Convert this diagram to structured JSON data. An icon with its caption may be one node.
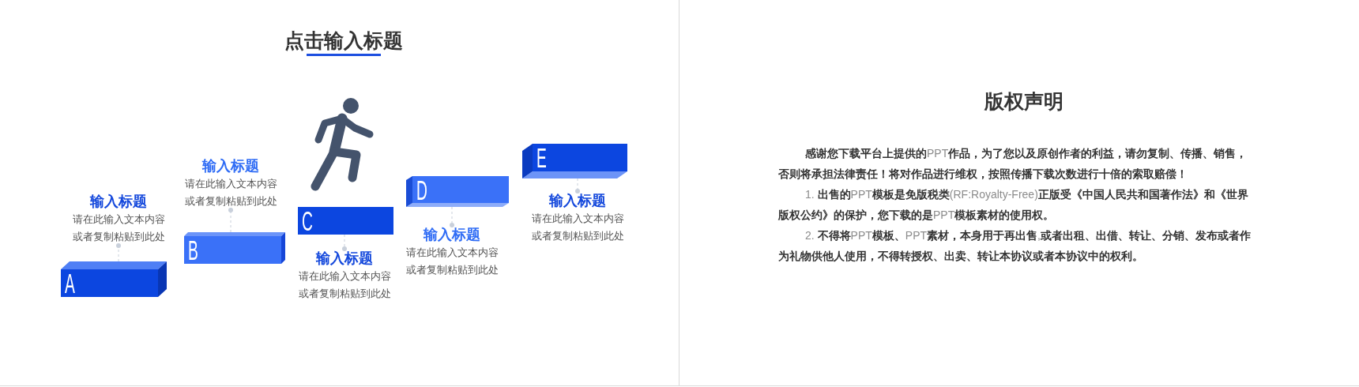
{
  "diagram": {
    "nodes": [
      {
        "text": [
          "点击输入标题"
        ]
      },
      {
        "text": [
          "A"
        ],
        "in": 0
      },
      {
        "text": [
          "输入标题",
          "请在此输入文本内容或者复制粘贴到此处"
        ],
        "in": 0
      },
      {
        "text": [
          "B"
        ],
        "in": 0
      },
      {
        "text": [
          "输入标题",
          "请在此输入文本内容或者复制粘贴到此处"
        ],
        "in": 0
      },
      {
        "text": [
          "C"
        ],
        "in": 0
      },
      {
        "text": [
          "输入标题",
          "请在此输入文本内容或者复制粘贴到此处"
        ],
        "in": 0
      },
      {
        "text": [
          "D"
        ],
        "in": 0
      },
      {
        "text": [
          "输入标题",
          "请在此输入文本内容或者复制粘贴到此处"
        ],
        "in": 0
      },
      {
        "text": [
          "E"
        ],
        "in": 0
      },
      {
        "text": [
          "输入标题",
          "请在此输入文本内容或者复制粘贴到此处"
        ],
        "in": 0
      },
      {
        "text": [
          "版权声明",
          "**感谢您下载平台上提供的**PPT**作品，为了您以及原创作者的利益，请勿复制、传播、销售，否则将承担法律责任！将对作品进行维权，按照传播下载次数进行十倍的索取赔偿！**",
          "1. **出售的**PPT**模板是免版税类**(RF:Royalty-Free)**正版受《中国人民共和国著作法》和《世界版权公约》的保护，您下载的是**PPT**模板素材的使用权。**",
          "2. **不得将**PPT**模板、**PPT**素材，本身用于再出售**,**或者出租、出借、转让、分销、发布或者作为礼物供他人使用，不得转授权、出卖、转让本协议或者本协议中的权利。**"
        ]
      }
    ],
    "edges": [
      {
        "from": 1,
        "to": 2,
        "arrow": "other",
        "style": "dashed"
      },
      {
        "from": 3,
        "to": 4,
        "arrow": "other",
        "style": "dashed"
      },
      {
        "from": 5,
        "to": 6,
        "arrow": "other",
        "style": "dashed"
      },
      {
        "from": 7,
        "to": 8,
        "arrow": "other",
        "style": "dashed"
      },
      {
        "from": 9,
        "to": 10,
        "arrow": "other",
        "style": "dashed"
      }
    ]
  }
}
